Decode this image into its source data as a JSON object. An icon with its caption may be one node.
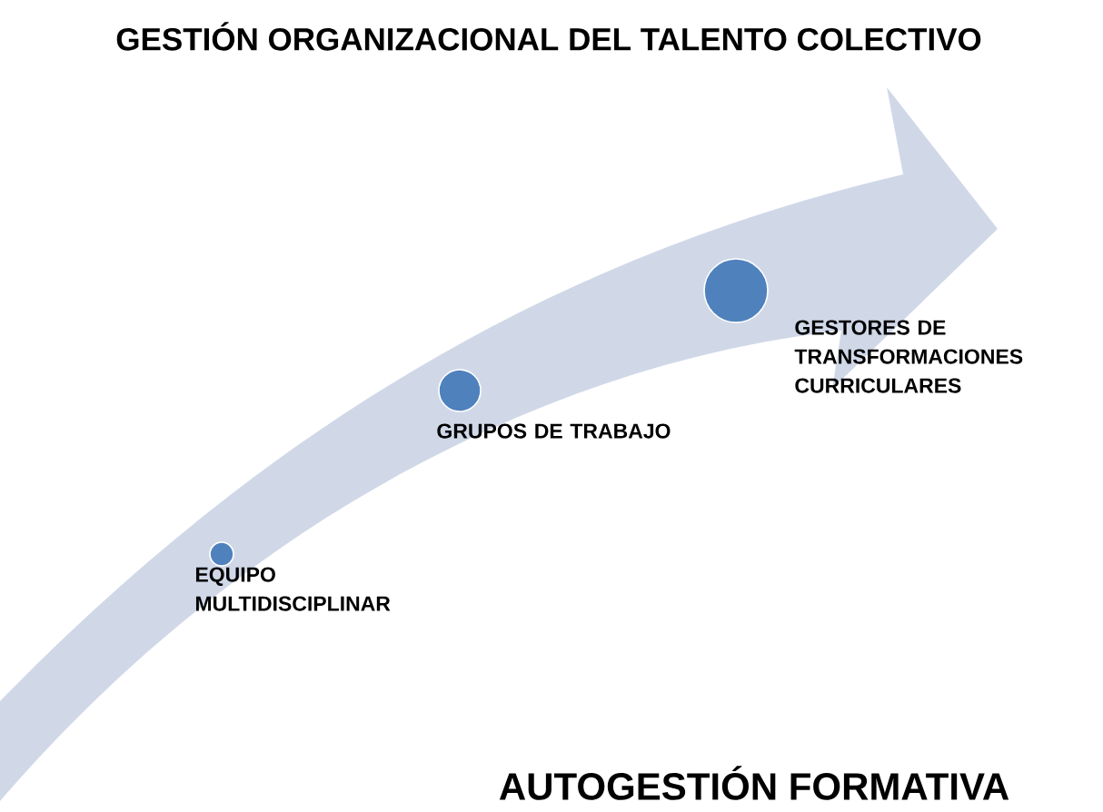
{
  "diagram": {
    "title": "GESTIÓN ORGANIZACIONAL DEL TALENTO COLECTIVO",
    "nodes": [
      {
        "text": [],
        "shape": "circle",
        "beside": [
          "EQUIPO MULTIDISCIPLINAR"
        ]
      },
      {
        "text": [],
        "shape": "circle",
        "beside": [
          "GRUPOS DE TRABAJO"
        ]
      },
      {
        "text": [],
        "shape": "circle",
        "beside": [
          "GESTORES DE TRANSFORMACIONES CURRICULARES"
        ]
      }
    ],
    "labels": [
      "AUTOGESTIÓN FORMATIVA"
    ]
  }
}
